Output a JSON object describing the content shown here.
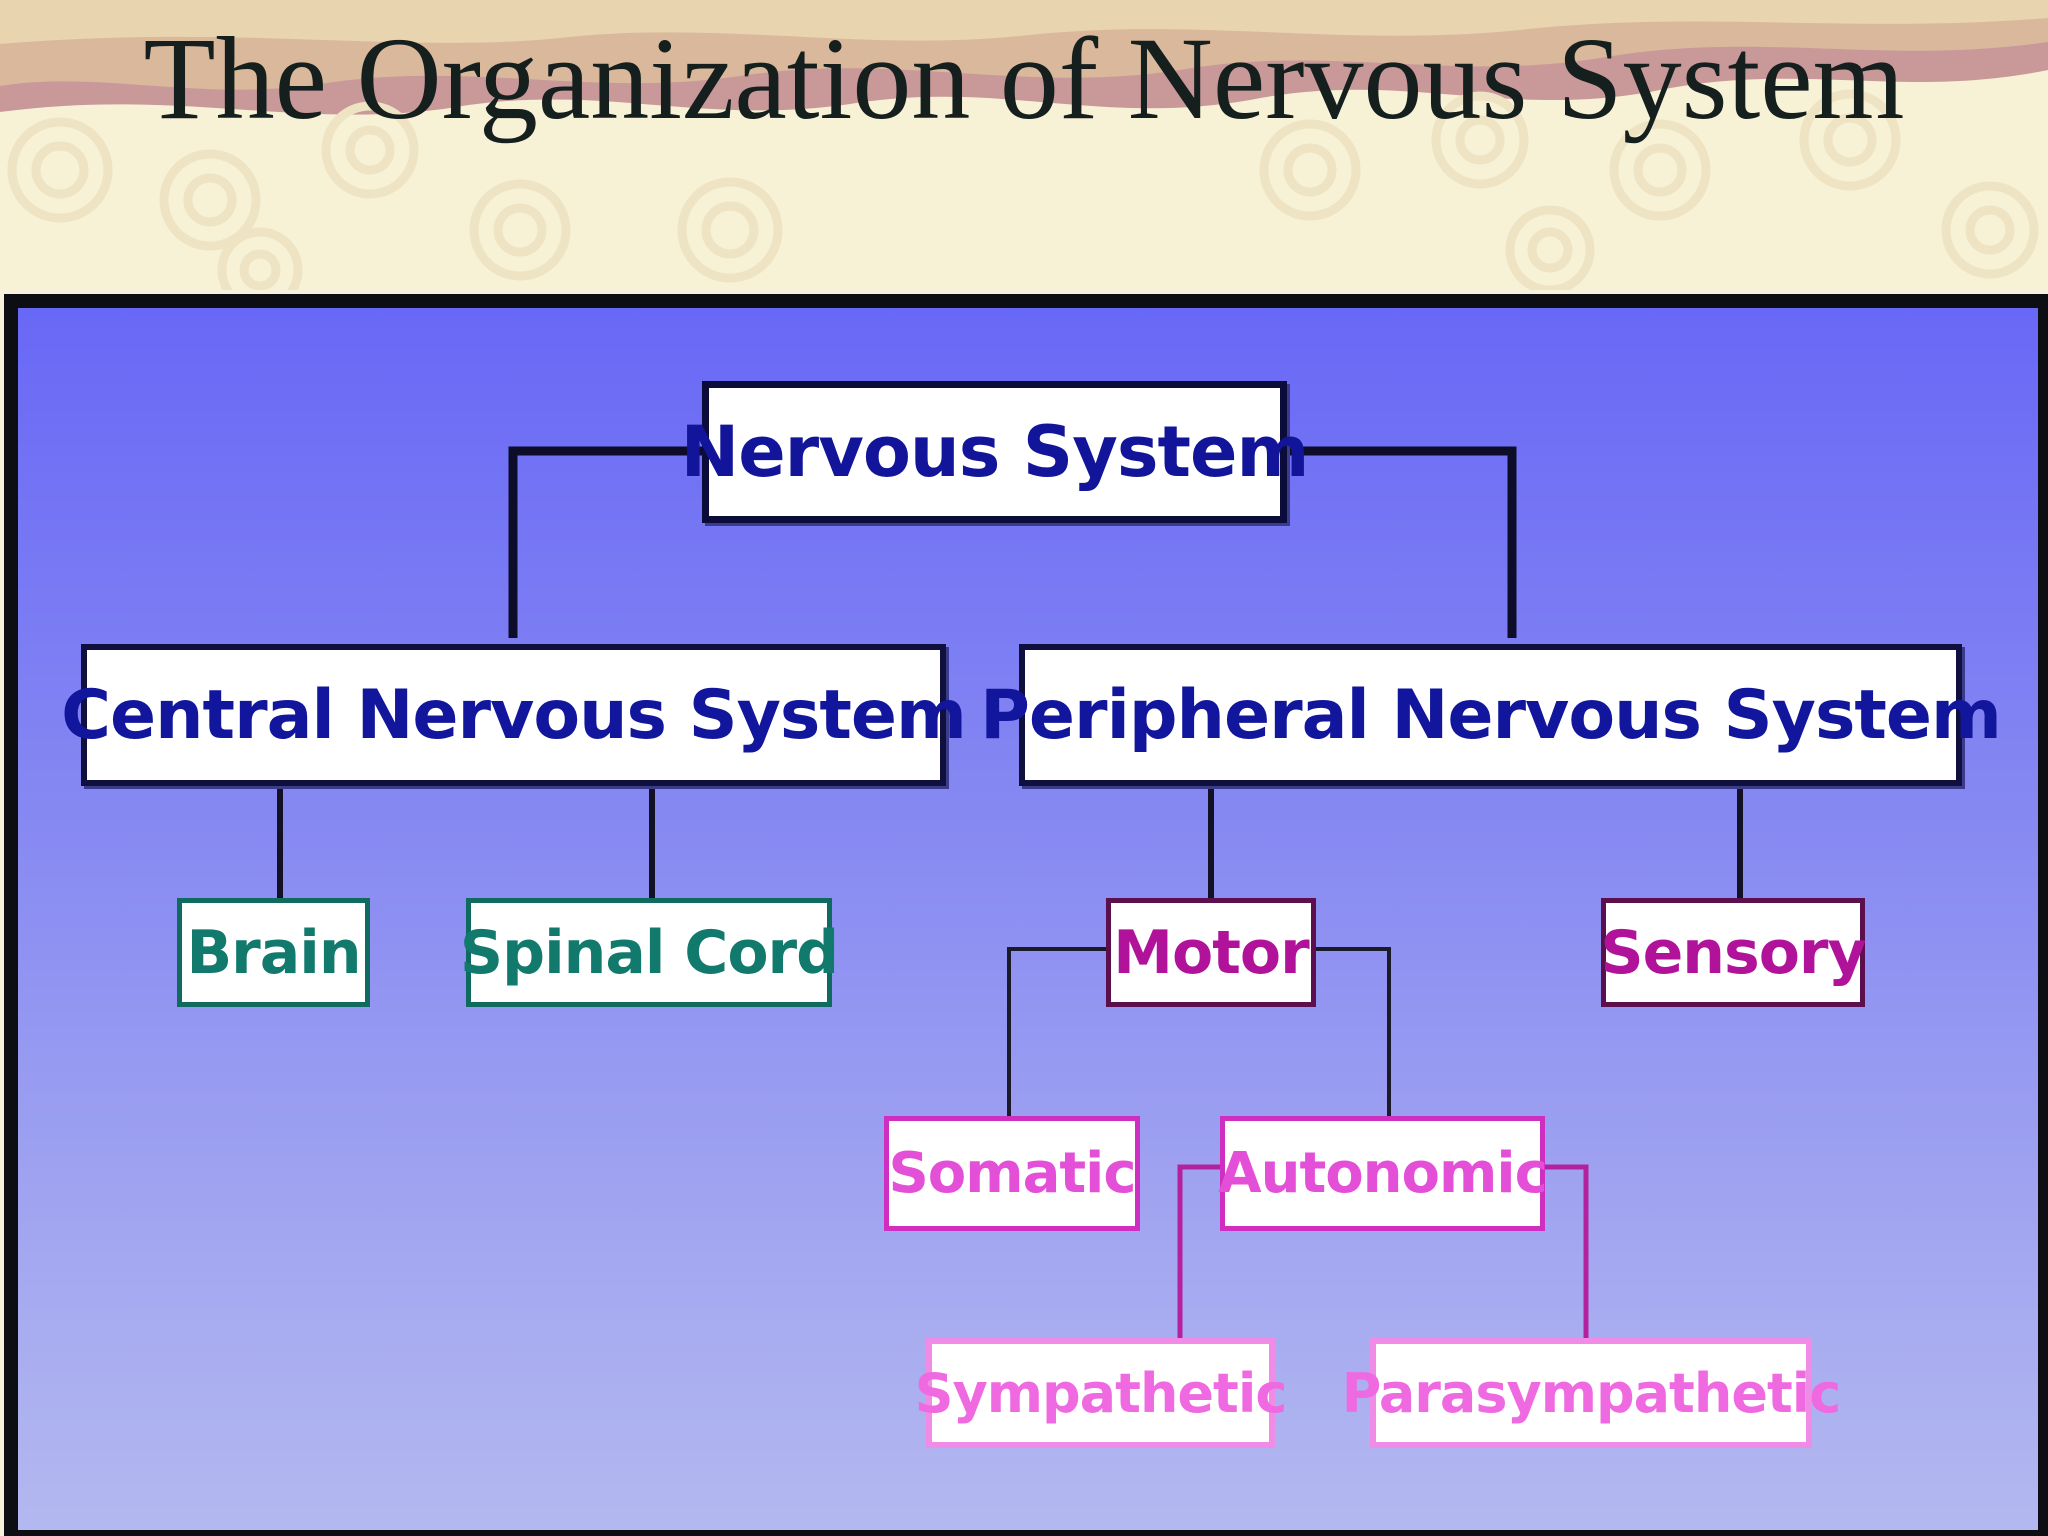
{
  "slide": {
    "title": "The Organization of Nervous System"
  },
  "diagram": {
    "root": {
      "label": "Nervous System"
    },
    "cns": {
      "label": "Central Nervous System",
      "children": [
        "Brain",
        "Spinal Cord"
      ]
    },
    "pns": {
      "label": "Peripheral Nervous System",
      "children": [
        "Motor",
        "Sensory"
      ]
    },
    "motor": {
      "children": [
        "Somatic",
        "Autonomic"
      ]
    },
    "autonomic": {
      "children": [
        "Sympathetic",
        "Parasympathetic"
      ]
    }
  },
  "colors": {
    "panel_top": "#6868f6",
    "panel_bottom": "#b3b8f0",
    "top_level_text": "#11169c",
    "cns_children_text": "#127a6c",
    "pns_children_text": "#b0129a",
    "lower_level_text": "#e44fd8"
  }
}
